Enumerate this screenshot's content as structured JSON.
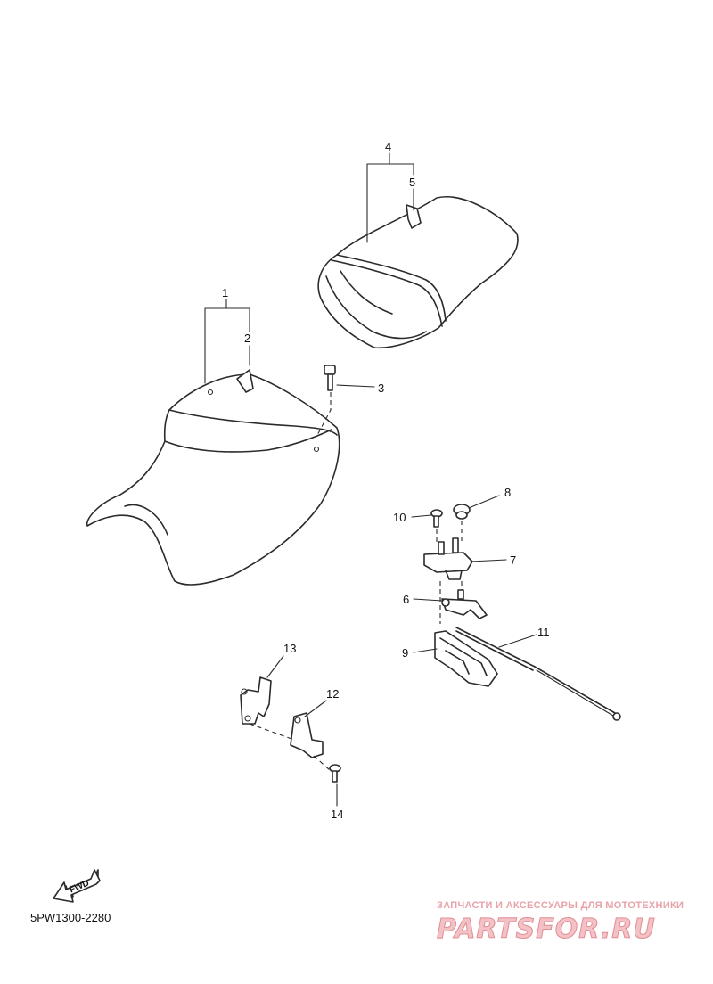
{
  "diagram": {
    "code": "5PW1300-2280",
    "fwd_label": "FWD",
    "callouts": {
      "c1": "1",
      "c2": "2",
      "c3": "3",
      "c4": "4",
      "c5": "5",
      "c6": "6",
      "c7": "7",
      "c8": "8",
      "c9": "9",
      "c10": "10",
      "c11": "11",
      "c12": "12",
      "c13": "13",
      "c14": "14"
    }
  },
  "watermark": {
    "tagline": "ЗАПЧАСТИ И АКСЕССУАРЫ ДЛЯ МОТОТЕХНИКИ",
    "brand": "PARTSFOR.RU"
  }
}
